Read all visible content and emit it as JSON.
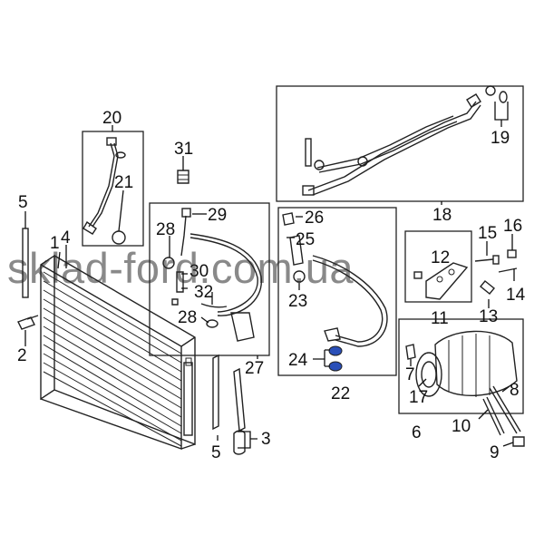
{
  "callouts": {
    "n1": "1",
    "n2": "2",
    "n3": "3",
    "n4": "4",
    "n5a": "5",
    "n5b": "5",
    "n6": "6",
    "n7": "7",
    "n8": "8",
    "n9": "9",
    "n10": "10",
    "n11": "11",
    "n12": "12",
    "n13": "13",
    "n14": "14",
    "n15": "15",
    "n16": "16",
    "n17": "17",
    "n18": "18",
    "n19": "19",
    "n20": "20",
    "n21": "21",
    "n22": "22",
    "n23": "23",
    "n24": "24",
    "n25": "25",
    "n26": "26",
    "n27": "27",
    "n28a": "28",
    "n28b": "28",
    "n29": "29",
    "n30": "30",
    "n31": "31",
    "n32": "32"
  },
  "watermark": "sklad-ford.com.ua",
  "colors": {
    "line": "#222222",
    "highlight": "#2a4fb8",
    "watermark": "#282828"
  }
}
